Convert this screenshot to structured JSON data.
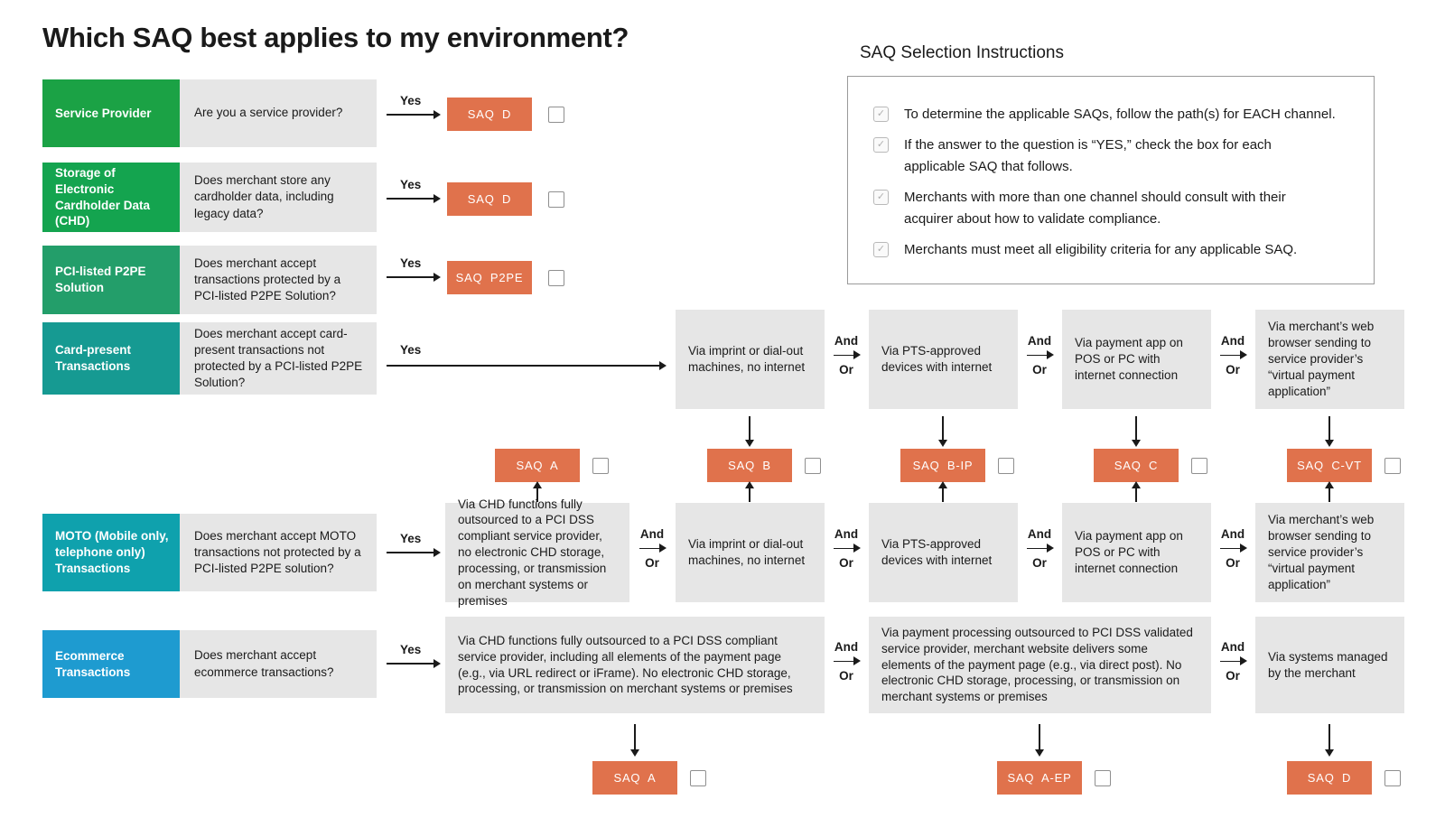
{
  "title": "Which SAQ best applies to my environment?",
  "labels": {
    "yes": "Yes",
    "and": "And",
    "or": "Or"
  },
  "icons": {
    "check": "✓"
  },
  "colors": {
    "saq_box_orange": "#E0724C",
    "channel_box_gray": "#E6E6E6",
    "row_service_provider": "#1BA245",
    "row_storage_chd": "#14A44F",
    "row_p2pe": "#239E6A",
    "row_card_present": "#169A92",
    "row_moto": "#0FA1AD",
    "row_ecommerce": "#1E9BD0"
  },
  "instructions": {
    "title": "SAQ Selection Instructions",
    "items": [
      "To determine the applicable SAQs, follow the path(s) for EACH channel.",
      "If the answer to the question is “YES,” check the box for each applicable SAQ that follows.",
      "Merchants with more than one channel should consult with their acquirer about how to validate compliance.",
      "Merchants must meet all eligibility criteria for any applicable SAQ."
    ]
  },
  "rows": {
    "service_provider": {
      "label": "Service Provider",
      "question": "Are you a service provider?",
      "saq": "SAQ D"
    },
    "storage_chd": {
      "label": "Storage of Electronic Cardholder Data (CHD)",
      "question": "Does merchant store any cardholder data, including legacy data?",
      "saq": "SAQ D"
    },
    "p2pe": {
      "label": "PCI-listed P2PE Solution",
      "question": "Does merchant accept transactions protected by a PCI-listed P2PE Solution?",
      "saq": "SAQ P2PE"
    },
    "card_present": {
      "label": "Card-present Transactions",
      "question": "Does merchant accept card-present transactions not protected by a PCI-listed P2PE Solution?",
      "channels": [
        "Via imprint or dial-out machines, no internet",
        "Via PTS-approved devices with internet",
        "Via payment app on POS or PC with internet connection",
        "Via merchant’s web browser sending to service provider’s “virtual payment application”"
      ]
    },
    "moto": {
      "label": "MOTO (Mobile only, telephone only) Transactions",
      "question": "Does merchant accept MOTO transactions not protected by a PCI-listed P2PE solution?",
      "channels": [
        "Via CHD functions fully outsourced to a PCI DSS compliant service provider, no electronic CHD storage, processing, or transmission on merchant systems or premises",
        "Via imprint or dial-out machines, no internet",
        "Via PTS-approved devices with internet",
        "Via payment app on POS or PC with internet connection",
        "Via merchant’s web browser sending to service provider’s “virtual payment application”"
      ]
    },
    "ecommerce": {
      "label": "Ecommerce Transactions",
      "question": "Does merchant accept ecommerce transactions?",
      "channels": [
        "Via CHD functions fully outsourced to a PCI DSS compliant service provider, including all elements of the payment page (e.g., via URL redirect or iFrame). No electronic CHD storage, processing, or transmission on merchant systems or premises",
        "Via payment processing outsourced to PCI DSS validated service provider, merchant website delivers some elements of the payment page (e.g., via direct post). No electronic CHD storage, processing, or transmission on merchant systems or premises",
        "Via systems managed by the merchant"
      ]
    }
  },
  "middle_saqs": [
    "SAQ A",
    "SAQ B",
    "SAQ B-IP",
    "SAQ C",
    "SAQ C-VT"
  ],
  "bottom_saqs": [
    "SAQ A",
    "SAQ A-EP",
    "SAQ D"
  ]
}
